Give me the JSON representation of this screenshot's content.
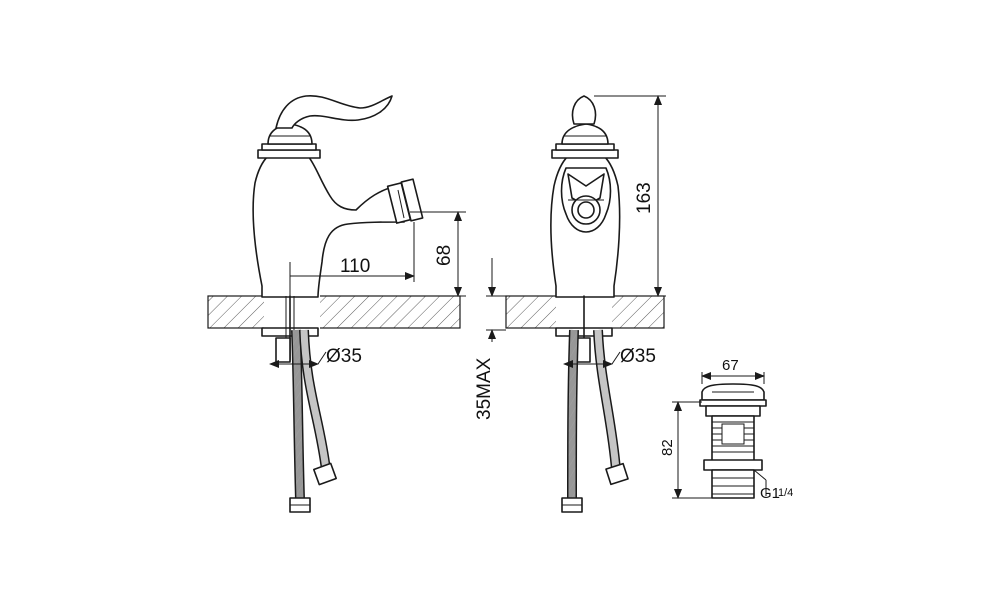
{
  "dimensions": {
    "spout_reach": "110",
    "spout_height": "68",
    "total_height": "163",
    "hole_diameter_front": "Ø35",
    "hole_diameter_side": "Ø35",
    "counter_thickness": "35MAX",
    "drain_width": "67",
    "drain_height": "82",
    "drain_thread_main": "G1",
    "drain_thread_fraction": "1/4"
  },
  "colors": {
    "line": "#1a1a1a",
    "background": "#ffffff"
  }
}
